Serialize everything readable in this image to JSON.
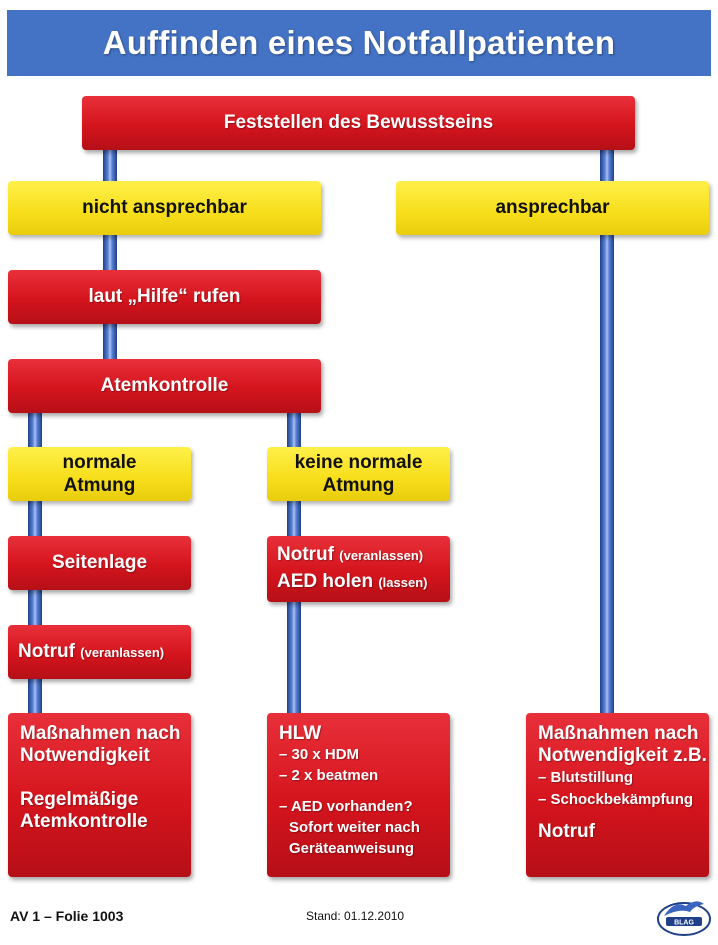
{
  "title": "Auffinden eines Notfallpatienten",
  "nodes": {
    "bewusstsein": "Feststellen des Bewusstseins",
    "nicht_ansprechbar": "nicht ansprechbar",
    "ansprechbar": "ansprechbar",
    "hilfe_rufen": "laut „Hilfe“ rufen",
    "atemkontrolle": "Atemkontrolle",
    "normale_atmung": [
      "normale",
      "Atmung"
    ],
    "keine_normale_atmung": [
      "keine normale",
      "Atmung"
    ],
    "seitenlage": "Seitenlage",
    "notruf_left": {
      "main": "Notruf",
      "small": "(veranlassen)"
    },
    "notruf_aed": {
      "line1_main": "Notruf",
      "line1_small": "(veranlassen)",
      "line2_main": "AED holen",
      "line2_small": "(lassen)"
    },
    "massnahmen_left": [
      "Maßnahmen nach",
      "Notwendigkeit",
      "Regelmäßige",
      "Atemkontrolle"
    ],
    "hlw": {
      "heading": "HLW",
      "items": [
        "– 30 x HDM",
        "–   2 x beatmen",
        "– AED vorhanden?",
        "Sofort weiter nach",
        "Geräteanweisung"
      ]
    },
    "massnahmen_right": {
      "heading": [
        "Maßnahmen nach",
        "Notwendigkeit z.B."
      ],
      "items": [
        "– Blutstillung",
        "– Schockbekämpfung"
      ],
      "footer": "Notruf"
    }
  },
  "footer": {
    "slide": "AV 1 – Folie 1003",
    "stand": "Stand: 01.12.2010",
    "logo_text": "BLAG"
  },
  "colors": {
    "header_blue": "#4472c4",
    "box_red": "#d4141d",
    "box_yellow": "#f7de1a",
    "pipe_blue": "#3a64c0"
  }
}
